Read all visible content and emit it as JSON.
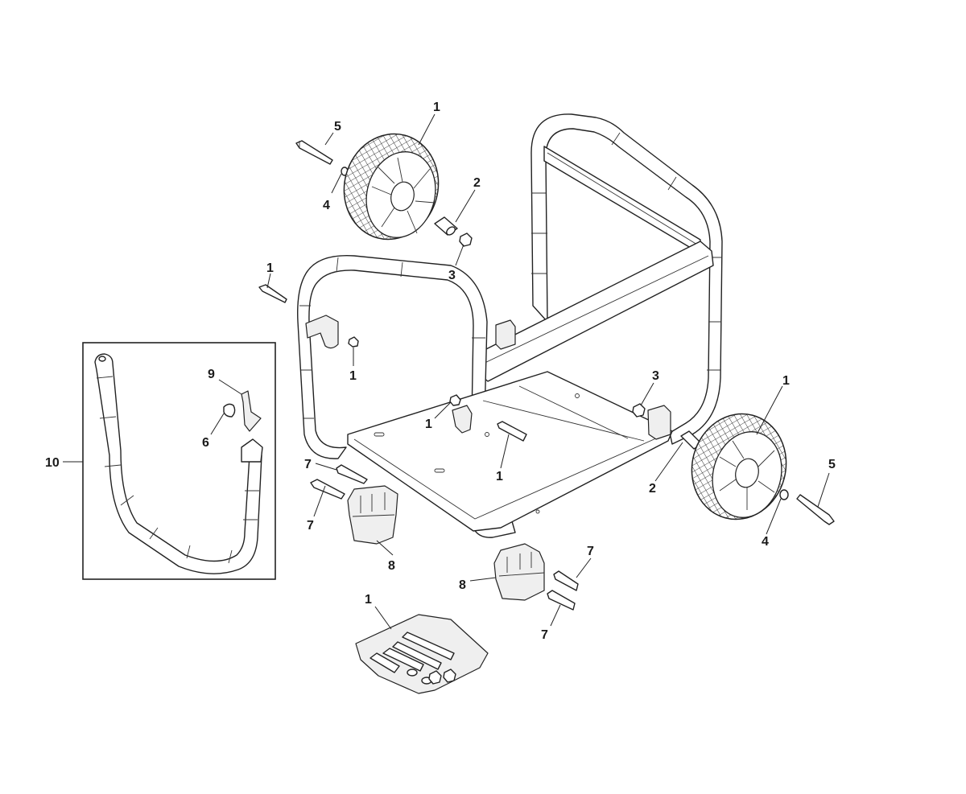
{
  "callouts": {
    "c1_wheel_top": "1",
    "c5_top": "5",
    "c4_top": "4",
    "c2_top": "2",
    "c3_top": "3",
    "c1_bolt_left": "1",
    "c1_nut_left": "1",
    "c9": "9",
    "c6": "6",
    "c10": "10",
    "c1_center": "1",
    "c3_right": "3",
    "c1_pin_center": "1",
    "c1_wheel_right": "1",
    "c5_right": "5",
    "c2_right": "2",
    "c4_right": "4",
    "c7_a": "7",
    "c7_b": "7",
    "c8_left": "8",
    "c7_c": "7",
    "c8_right": "8",
    "c7_d": "7",
    "c1_kit": "1"
  },
  "colors": {
    "line": "#222222",
    "text": "#1a1a1a",
    "background": "#ffffff"
  }
}
